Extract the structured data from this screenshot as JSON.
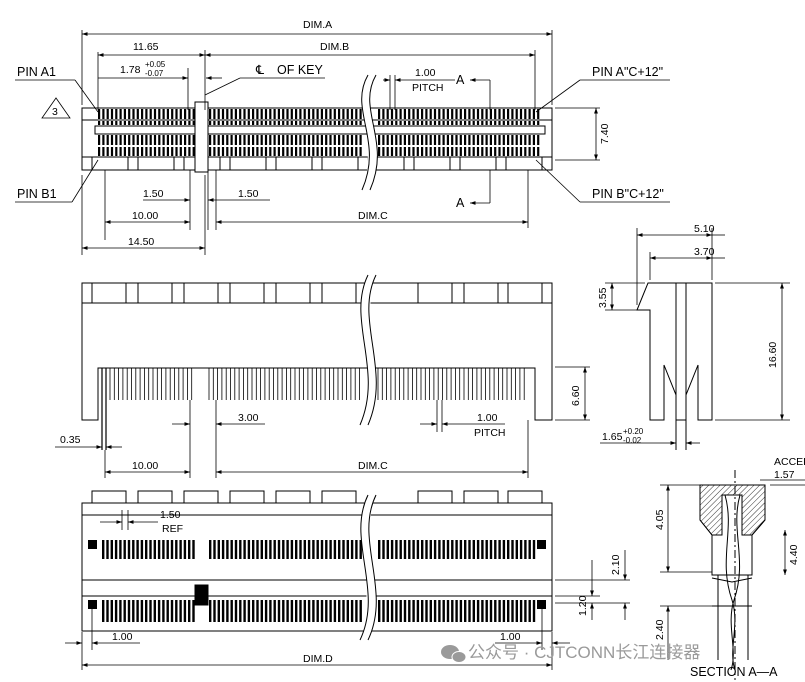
{
  "labels": {
    "pin_a1": "PIN A1",
    "pin_b1": "PIN B1",
    "pin_a_last": "PIN A\"C+12\"",
    "pin_b_last": "PIN B\"C+12\"",
    "cl_of_key": "OF KEY",
    "cl_symbol": "℄",
    "note_3": "3",
    "section_a": "A",
    "section_title": "SECTION A—A",
    "accept": "ACCEPT"
  },
  "dims": {
    "dim_a": "DIM.A",
    "dim_b": "DIM.B",
    "dim_c": "DIM.C",
    "dim_d": "DIM.D",
    "d_11_65": "11.65",
    "d_1_78": "1.78",
    "tol_1_78_plus": "+0.05",
    "tol_1_78_minus": "-0.07",
    "d_1_00": "1.00",
    "pitch": "PITCH",
    "d_7_40": "7.40",
    "d_1_50": "1.50",
    "d_10_00": "10.00",
    "d_14_50": "14.50",
    "d_5_10": "5.10",
    "d_3_70": "3.70",
    "d_3_55": "3.55",
    "d_16_60": "16.60",
    "d_6_60": "6.60",
    "d_0_35": "0.35",
    "d_3_00": "3.00",
    "d_1_65": "1.65",
    "tol_1_65_plus": "+0.20",
    "tol_1_65_minus": "-0.02",
    "ref": "REF",
    "d_1_20": "1.20",
    "d_2_10": "2.10",
    "d_4_05": "4.05",
    "d_4_40": "4.40",
    "d_2_40": "2.40",
    "d_1_57": "1.57"
  },
  "watermark": {
    "text": "公众号 · CJTCONN长江连接器"
  }
}
